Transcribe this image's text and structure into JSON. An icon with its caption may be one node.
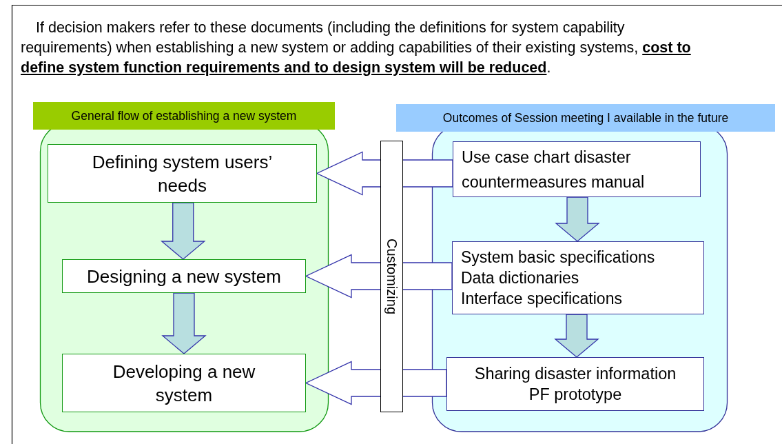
{
  "diagram": {
    "title": "If decision makers refer to these documents (including the definitions for system capability requirements) when establishing a new system or adding capabilities of their existing systems, **cost to define system function requirements and to design system will be reduced**.",
    "nodes": [
      {
        "text": [
          "General flow of establishing a new system"
        ]
      },
      {
        "text": [
          "Defining system users’ needs"
        ],
        "in": 0
      },
      {
        "text": [
          "Designing a new system"
        ],
        "in": 0
      },
      {
        "text": [
          "Developing a new system"
        ],
        "in": 0
      },
      {
        "text": [
          "Outcomes of Session meeting I available in the future"
        ]
      },
      {
        "text": [
          "Use case chart disaster countermeasures manual"
        ],
        "in": 4
      },
      {
        "text": [
          "System basic specifications",
          "Data dictionaries",
          "Interface specifications"
        ],
        "in": 4
      },
      {
        "text": [
          "Sharing disaster information PF prototype"
        ],
        "in": 4
      },
      {
        "text": [
          "Customizing"
        ]
      }
    ],
    "edges": [
      {
        "from": 1,
        "to": 2,
        "arrow": "to"
      },
      {
        "from": 2,
        "to": 3,
        "arrow": "to"
      },
      {
        "from": 5,
        "to": 6,
        "arrow": "to"
      },
      {
        "from": 6,
        "to": 7,
        "arrow": "to"
      },
      {
        "from": 5,
        "to": 1,
        "arrow": "to"
      },
      {
        "from": 6,
        "to": 2,
        "arrow": "to"
      },
      {
        "from": 7,
        "to": 3,
        "arrow": "to"
      }
    ]
  }
}
